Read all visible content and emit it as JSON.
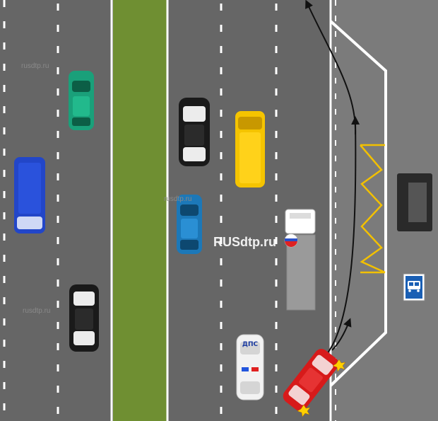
{
  "watermarks": {
    "main": "RUSdtp.ru",
    "small": "rusdtp.ru"
  },
  "police_car": {
    "label": "ДПС"
  },
  "colors": {
    "road": "#666666",
    "median_grass": "#6f8f32",
    "shoulder": "#7b7b7b",
    "lane_marking": "#ffffff",
    "bus_stop_marking": "#f2c000",
    "green_car": "#1aa07a",
    "blue_van": "#2246c8",
    "black_car": "#1a1a1a",
    "yellow_van": "#f5c400",
    "blue_car": "#1c78b8",
    "white_truck_cab": "#ffffff",
    "gray_truck_body": "#9a9a9a",
    "police_car": "#f2f2f2",
    "red_car": "#d71a1a",
    "bus_sign_blue": "#1a5fb4"
  },
  "icons": {
    "bus_stop_sign": "bus-stop-sign-icon",
    "russian_flag_ball": "flag-ball-icon",
    "collision_spark": "spark-icon"
  }
}
